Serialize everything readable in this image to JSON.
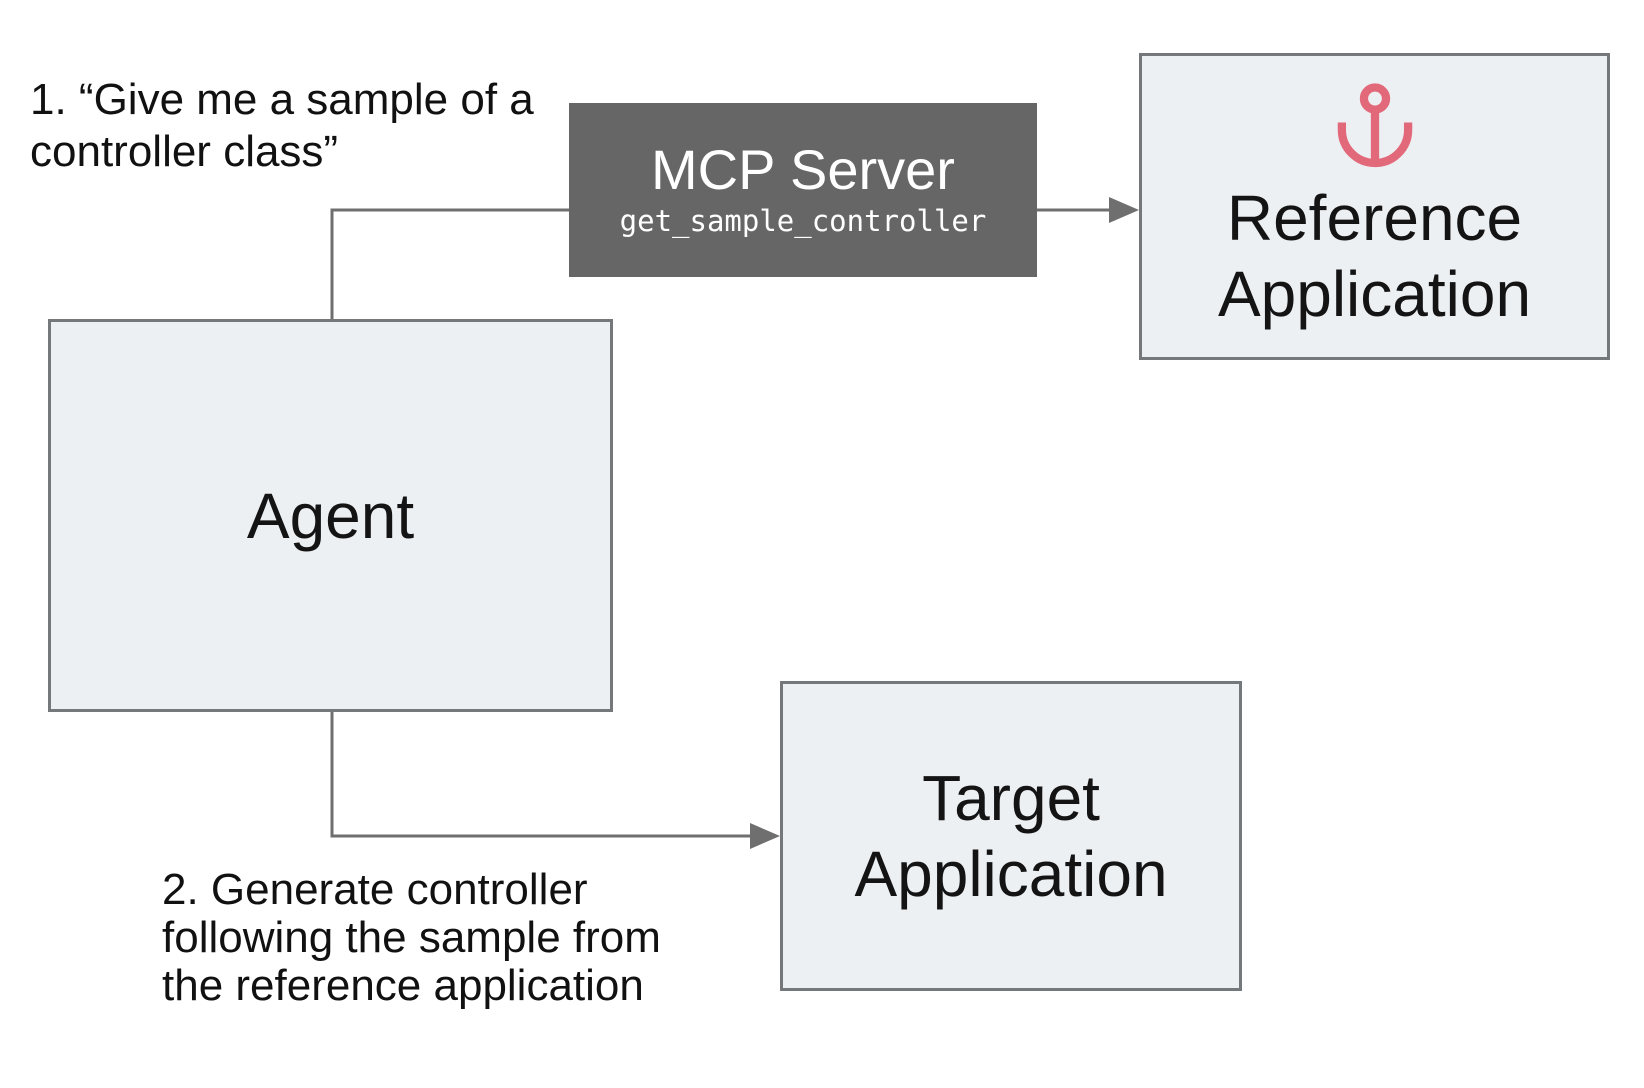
{
  "colors": {
    "box_fill": "#edf0f3",
    "box_border": "#75787b",
    "dark_box_fill": "#666666",
    "connector": "#6f6f6f",
    "anchor_accent": "#e2697a",
    "text": "#141414"
  },
  "annotations": {
    "step1": {
      "lines": [
        "1. “Give me a sample of a",
        "controller class”"
      ]
    },
    "step2": {
      "lines": [
        "2. Generate controller",
        "following the sample from",
        "the reference application"
      ]
    }
  },
  "nodes": {
    "agent": {
      "label": "Agent"
    },
    "mcp_server": {
      "title": "MCP Server",
      "subtitle": "get_sample_controller"
    },
    "reference_app": {
      "label_line1": "Reference",
      "label_line2": "Application",
      "icon": "anchor-icon"
    },
    "target_app": {
      "label_line1": "Target",
      "label_line2": "Application"
    }
  }
}
